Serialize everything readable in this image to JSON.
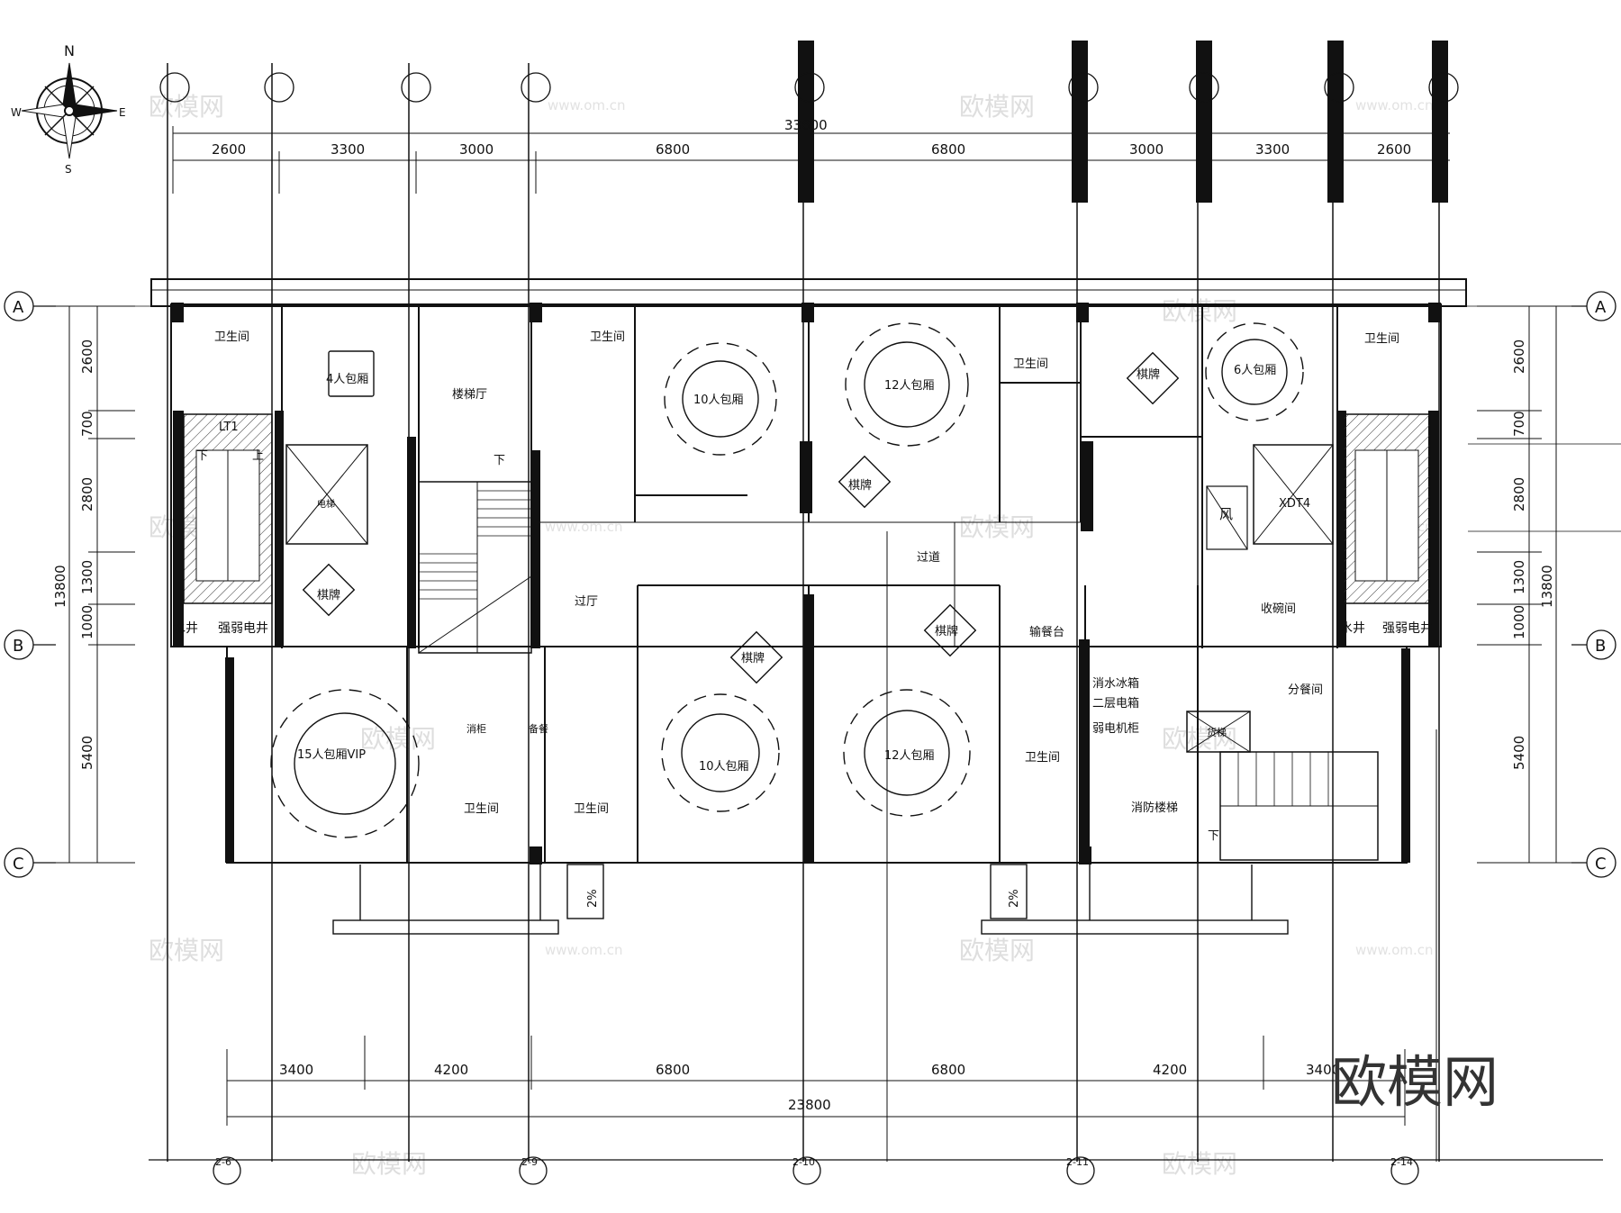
{
  "compass": {
    "n": "N",
    "s": "S",
    "e": "E",
    "w": "W"
  },
  "top_dims": {
    "total": "33600",
    "segments": [
      "2600",
      "3300",
      "3000",
      "6800",
      "6800",
      "3000",
      "3300",
      "2600"
    ]
  },
  "bottom_dims": {
    "total": "23800",
    "segments": [
      "3400",
      "4200",
      "6800",
      "6800",
      "4200",
      "3400"
    ]
  },
  "side_dims": {
    "total": "13800",
    "segments": [
      "2600",
      "700",
      "2800",
      "1300",
      "1000",
      "5400"
    ]
  },
  "axis_rows": [
    "A",
    "B",
    "C"
  ],
  "axis_bottom": [
    "2-6",
    "2-9",
    "2-10",
    "2-11",
    "2-14"
  ],
  "rooms": {
    "wc1": "卫生间",
    "vip4": "4人包厢",
    "stair_hall": "楼梯厅",
    "wc2": "卫生间",
    "vip10a": "10人包厢",
    "vip12a": "12人包厢",
    "wc3": "卫生间",
    "vip6": "6人包厢",
    "wc4": "卫生间",
    "lt1": "LT1",
    "down1": "下",
    "up1": "上",
    "down2": "下",
    "elev1": "电梯",
    "chess1": "棋牌",
    "chess2": "棋牌",
    "chess3": "棋牌",
    "chess4": "棋牌",
    "chess5": "棋牌",
    "wind": "风",
    "xdt4": "XDT4",
    "corridor": "过道",
    "lobby": "过厅",
    "shaft_l_water": "水井",
    "shaft_l_power": "强弱电井",
    "shaft_r_water": "水井",
    "shaft_r_power": "强弱电井",
    "dish": "收碗间",
    "serve": "输餐台",
    "ice": "消水冰箱",
    "elec2": "二层电箱",
    "weak": "弱电机柜",
    "split": "分餐间",
    "vip15": "15人包厢VIP",
    "cab1": "消柜",
    "cab2": "备餐",
    "wc5": "卫生间",
    "wc6": "卫生间",
    "vip10b": "10人包厢",
    "vip12b": "12人包厢",
    "wc7": "卫生间",
    "cargo": "货梯",
    "fire_stair": "消防楼梯",
    "down3": "下"
  },
  "slopes": [
    "2%",
    "2%"
  ],
  "watermark": "欧模网",
  "watermark_url": "www.om.cn",
  "brand": "欧模网"
}
